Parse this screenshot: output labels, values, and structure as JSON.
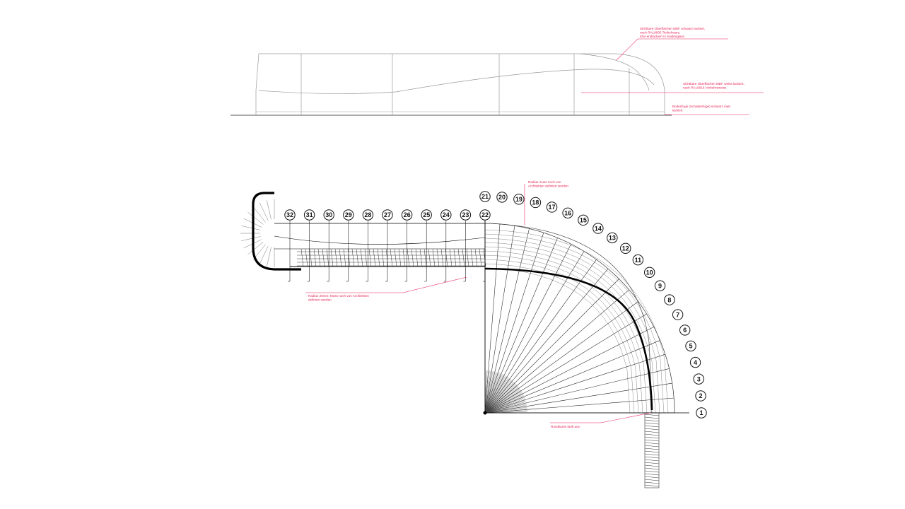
{
  "drawing": {
    "colors": {
      "line": "#111111",
      "thin": "#888888",
      "annotation": "#e8245a",
      "background": "#ffffff"
    },
    "elevation_notes": {
      "top_surface": [
        "Sichtbare Oberflächen MDF schwarz lackiert,",
        "nach RAL9005  Tiefschwarz,",
        "Klar-endlackiert in Seidenglanz"
      ],
      "front_surface": [
        "Sichtbare Oberflächen MDF weiss lackiert,",
        "nach RAL9016  Verkehrsweiss"
      ],
      "base_joint": [
        "Bodenfuge (Schattenfuge) schwarz matt",
        "lackiert"
      ]
    },
    "plan_notes": {
      "radius_top": [
        "Radius muss noch von",
        "Architekten definiert werden"
      ],
      "radius_left": [
        "Radius 20mm: Muss noch von Architekten",
        "definiert werden"
      ],
      "edge": [
        "Rundkante läuft aus"
      ]
    },
    "straight_stations": [
      "32",
      "31",
      "30",
      "29",
      "28",
      "27",
      "26",
      "25",
      "24",
      "23",
      "22"
    ],
    "arc_stations": [
      "21",
      "20",
      "19",
      "18",
      "17",
      "16",
      "15",
      "14",
      "13",
      "12",
      "11",
      "10",
      "9",
      "8",
      "7",
      "6",
      "5",
      "4",
      "3",
      "2",
      "1"
    ]
  }
}
